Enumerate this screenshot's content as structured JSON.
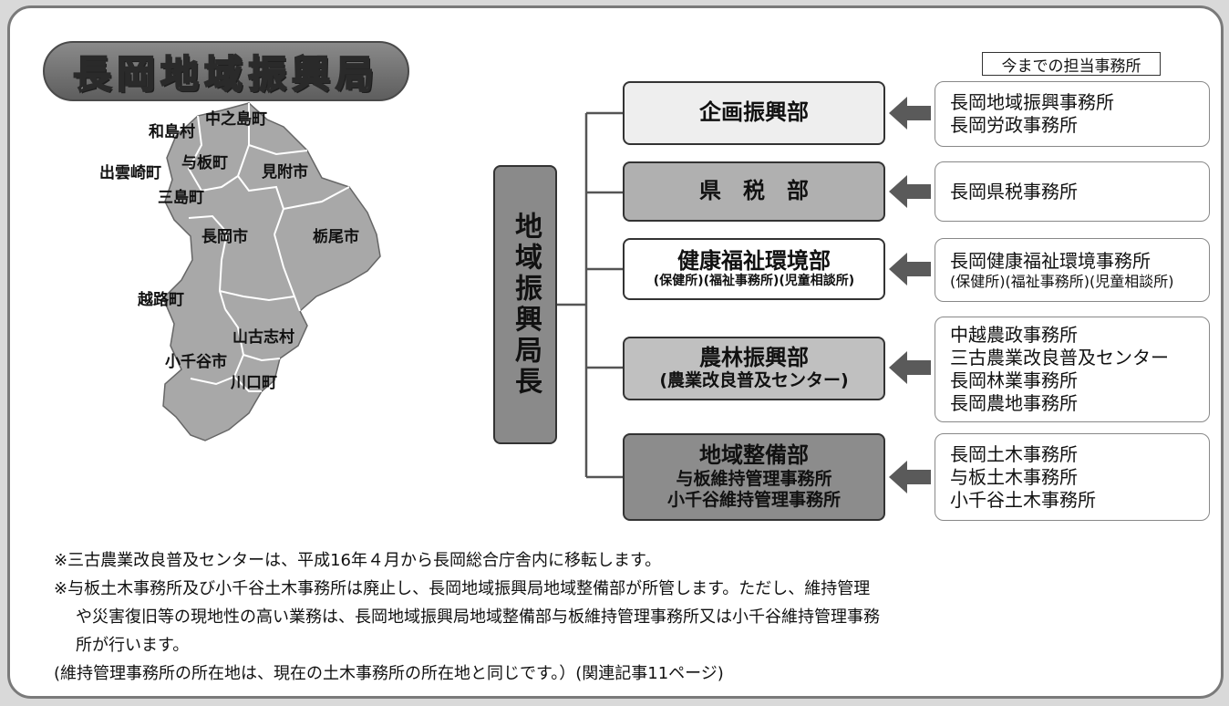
{
  "title": "長岡地域振興局",
  "map": {
    "municipalities": [
      "中之島町",
      "和島村",
      "出雲崎町",
      "与板町",
      "見附市",
      "三島町",
      "長岡市",
      "栃尾市",
      "越路町",
      "山古志村",
      "小千谷市",
      "川口町"
    ]
  },
  "head": "地域振興局長",
  "previous_offices_label": "今までの担当事務所",
  "departments": [
    {
      "main": "企画振興部",
      "sub": "",
      "offices": [
        "長岡地域振興事務所",
        "長岡労政事務所"
      ],
      "office_sub": ""
    },
    {
      "main": "県　税　部",
      "sub": "",
      "offices": [
        "長岡県税事務所"
      ],
      "office_sub": ""
    },
    {
      "main": "健康福祉環境部",
      "sub": "(保健所)(福祉事務所)(児童相談所)",
      "offices": [
        "長岡健康福祉環境事務所"
      ],
      "office_sub": "(保健所)(福祉事務所)(児童相談所)"
    },
    {
      "main": "農林振興部",
      "sub": "(農業改良普及センター)",
      "offices": [
        "中越農政事務所",
        "三古農業改良普及センター",
        "長岡林業事務所",
        "長岡農地事務所"
      ],
      "office_sub": ""
    },
    {
      "main": "地域整備部",
      "sub": "与板維持管理事務所",
      "sub2": "小千谷維持管理事務所",
      "offices": [
        "長岡土木事務所",
        "与板土木事務所",
        "小千谷土木事務所"
      ],
      "office_sub": ""
    }
  ],
  "colors": {
    "dept_fills": [
      "#eeeeee",
      "#b0b0b0",
      "#ffffff",
      "#c0c0c0",
      "#8c8c8c"
    ],
    "map_fill": "#a8a8a8",
    "head_fill": "#8a8a8a",
    "arrow": "#5a5a5a"
  },
  "notes": [
    "※三古農業改良普及センターは、平成16年４月から長岡総合庁舎内に移転します。",
    "※与板土木事務所及び小千谷土木事務所は廃止し、長岡地域振興局地域整備部が所管します。ただし、維持管理",
    "や災害復旧等の現地性の高い業務は、長岡地域振興局地域整備部与板維持管理事務所又は小千谷維持管理事務",
    "所が行います。",
    "(維持管理事務所の所在地は、現在の土木事務所の所在地と同じです。）(関連記事11ページ)"
  ]
}
